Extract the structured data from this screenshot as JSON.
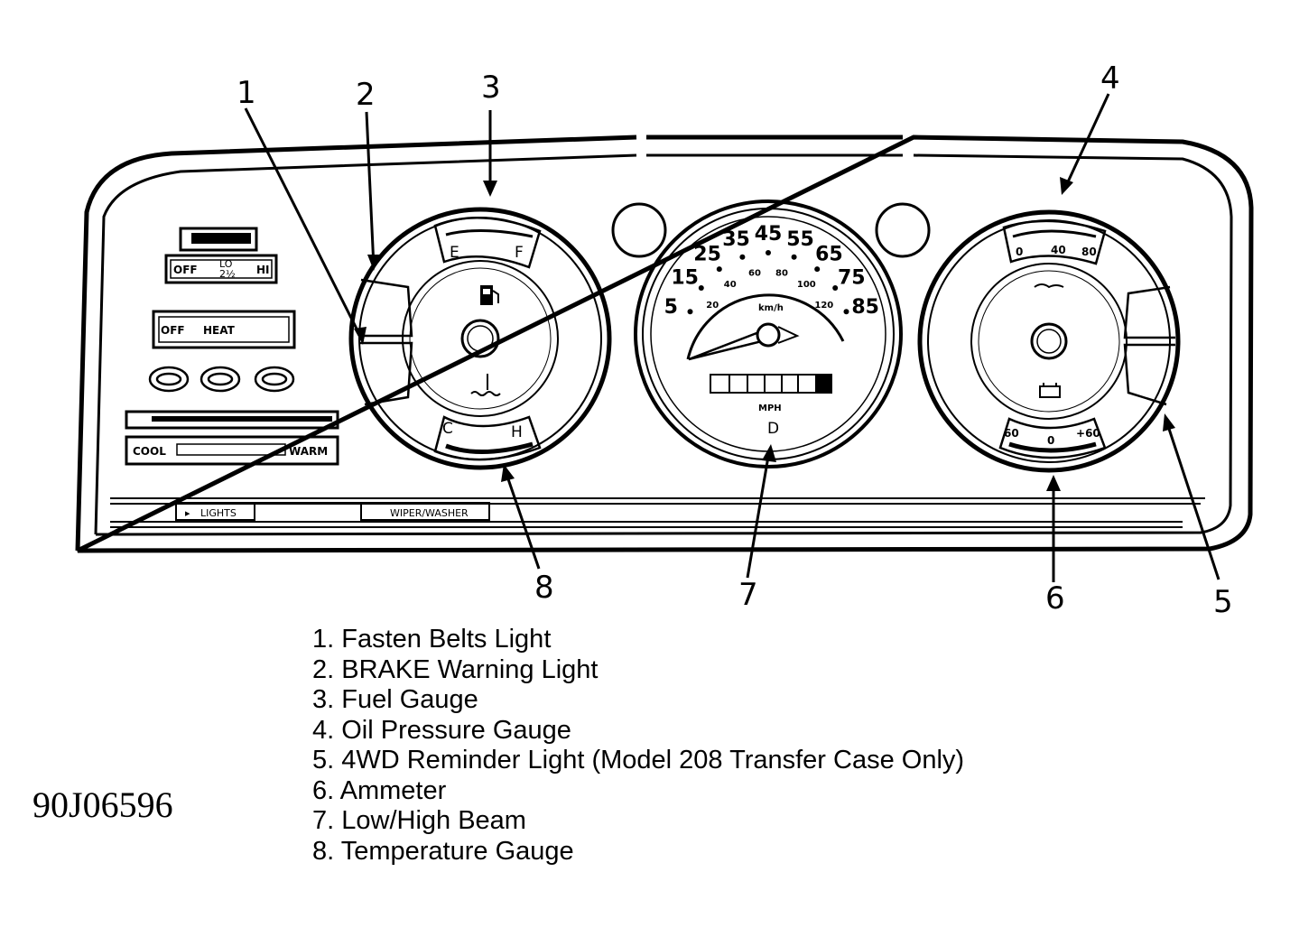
{
  "figure_id": "90J06596",
  "callouts": [
    "1",
    "2",
    "3",
    "4",
    "5",
    "6",
    "7",
    "8"
  ],
  "legend": [
    "1. Fasten Belts Light",
    "2. BRAKE Warning Light",
    "3. Fuel Gauge",
    "4. Oil Pressure Gauge",
    "5. 4WD Reminder Light (Model 208 Transfer Case Only)",
    "6. Ammeter",
    "7. Low/High Beam",
    "8. Temperature Gauge"
  ],
  "panel": {
    "fan_switch": {
      "off": "OFF",
      "mid_top": "LO",
      "mid_bottom": "2½",
      "hi": "HI"
    },
    "heat_switch": {
      "off": "OFF",
      "heat": "HEAT"
    },
    "temp_slider": {
      "cool": "COOL",
      "warm": "WARM"
    },
    "lights_label": "LIGHTS",
    "wiper_label": "WIPER/WASHER"
  },
  "fuel_gauge": {
    "empty": "E",
    "full": "F"
  },
  "temp_gauge": {
    "cold": "C",
    "hot": "H"
  },
  "speedometer": {
    "mph_marks": [
      "5",
      "15",
      "25",
      "35",
      "45",
      "55",
      "65",
      "75",
      "85"
    ],
    "kmh_marks": [
      "20",
      "40",
      "60",
      "80",
      "100",
      "120"
    ],
    "kmh_unit": "km/h",
    "unit": "MPH",
    "beam_indicator": "D"
  },
  "oil_gauge": {
    "marks": [
      "0",
      "40",
      "80"
    ]
  },
  "ammeter": {
    "marks": [
      "60",
      "0",
      "60"
    ],
    "neg_prefix": "-",
    "pos_prefix": "+"
  }
}
